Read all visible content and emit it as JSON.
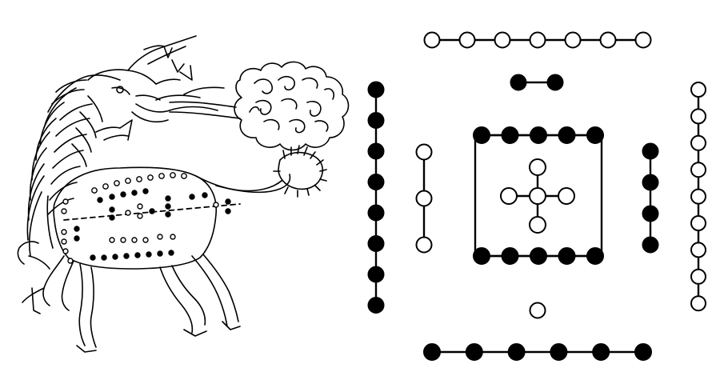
{
  "figure": {
    "background": "#ffffff",
    "ink": "#000000",
    "illustration": {
      "subject": "dragon-horse",
      "cloud_motif": "cloud-breath",
      "body_dots": "white-and-black-dots"
    },
    "diagram": {
      "name": "hetu-pattern",
      "groups": [
        {
          "position": "top",
          "count": 7,
          "fill": "white"
        },
        {
          "position": "upper-center",
          "count": 2,
          "fill": "black"
        },
        {
          "position": "left-outer",
          "count": 8,
          "fill": "black"
        },
        {
          "position": "left-inner",
          "count": 3,
          "fill": "white"
        },
        {
          "position": "square-top",
          "count": 5,
          "fill": "black"
        },
        {
          "position": "square-bottom",
          "count": 5,
          "fill": "black"
        },
        {
          "position": "center-cross",
          "count": 5,
          "fill": "white"
        },
        {
          "position": "right-inner",
          "count": 4,
          "fill": "black"
        },
        {
          "position": "right-outer",
          "count": 9,
          "fill": "white"
        },
        {
          "position": "lower-center",
          "count": 1,
          "fill": "white"
        },
        {
          "position": "bottom",
          "count": 6,
          "fill": "black"
        }
      ]
    }
  }
}
